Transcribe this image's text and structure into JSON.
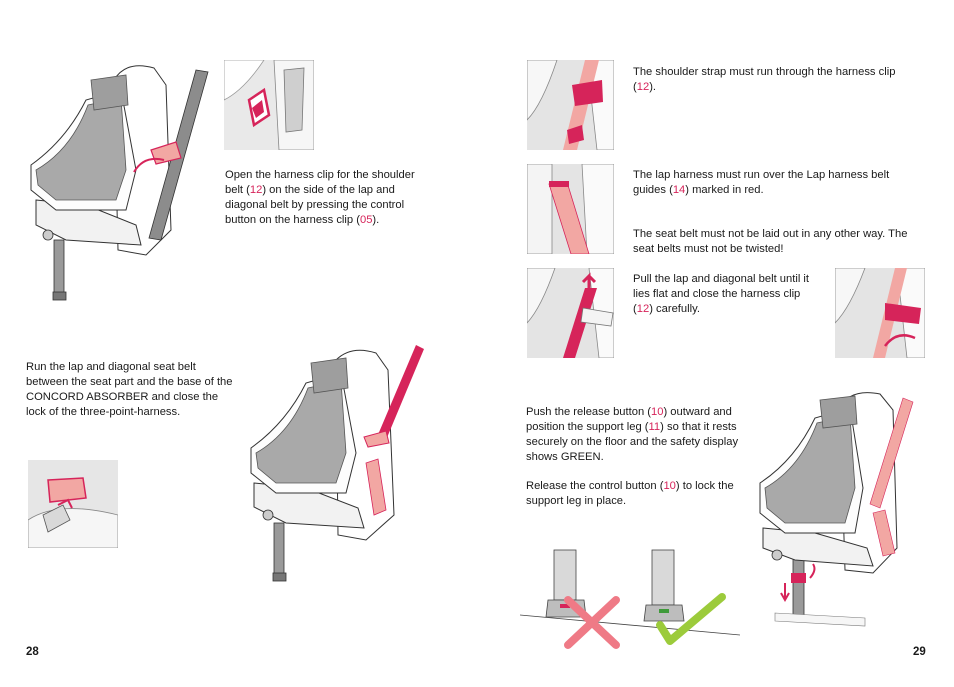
{
  "page_left": {
    "page_number": "28",
    "step_open_clip": {
      "parts": [
        {
          "t": "Open the harness clip for the shoulder belt ("
        },
        {
          "t": "12",
          "ref": true
        },
        {
          "t": ") on the side of the lap and diagonal belt by pressing the control button on the harness clip ("
        },
        {
          "t": "05",
          "ref": true
        },
        {
          "t": ")."
        }
      ]
    },
    "step_run_belt": {
      "parts": [
        {
          "t": "Run the lap and diagonal seat belt between the seat part and the base of the CONCORD ABSORBER and close the lock of the three-point-harness."
        }
      ]
    }
  },
  "page_right": {
    "page_number": "29",
    "step_shoulder_strap": {
      "parts": [
        {
          "t": "The shoulder strap must run through the harness clip ("
        },
        {
          "t": "12",
          "ref": true
        },
        {
          "t": ")."
        }
      ]
    },
    "step_lap_harness": {
      "parts": [
        {
          "t": "The lap harness must run over the Lap harness belt guides ("
        },
        {
          "t": "14",
          "ref": true
        },
        {
          "t": ") marked in red."
        }
      ]
    },
    "step_warning": {
      "parts": [
        {
          "t": "The seat belt must not be laid out in any other way. The seat belts must not be twisted!"
        }
      ]
    },
    "step_pull_belt": {
      "parts": [
        {
          "t": "Pull the lap and diagonal belt until it lies flat and close the harness clip ("
        },
        {
          "t": "12",
          "ref": true
        },
        {
          "t": ") carefully."
        }
      ]
    },
    "step_release_button": {
      "parts": [
        {
          "t": "Push the release button ("
        },
        {
          "t": "10",
          "ref": true
        },
        {
          "t": ") outward and position the support leg ("
        },
        {
          "t": "11",
          "ref": true
        },
        {
          "t": ") so that it rests securely on the floor and the safety display shows GREEN."
        }
      ]
    },
    "step_lock_leg": {
      "parts": [
        {
          "t": "Release the control button ("
        },
        {
          "t": "10",
          "ref": true
        },
        {
          "t": ") to lock the support leg in place."
        }
      ]
    }
  },
  "colors": {
    "accent_red": "#d6245a",
    "belt_pink": "#f2a7a3",
    "wrong_red": "#ef7a86",
    "correct_green": "#9ccb3b",
    "seat_grey": "#a9a9a9"
  },
  "icons": [
    "wrong-cross-icon",
    "correct-check-icon"
  ]
}
